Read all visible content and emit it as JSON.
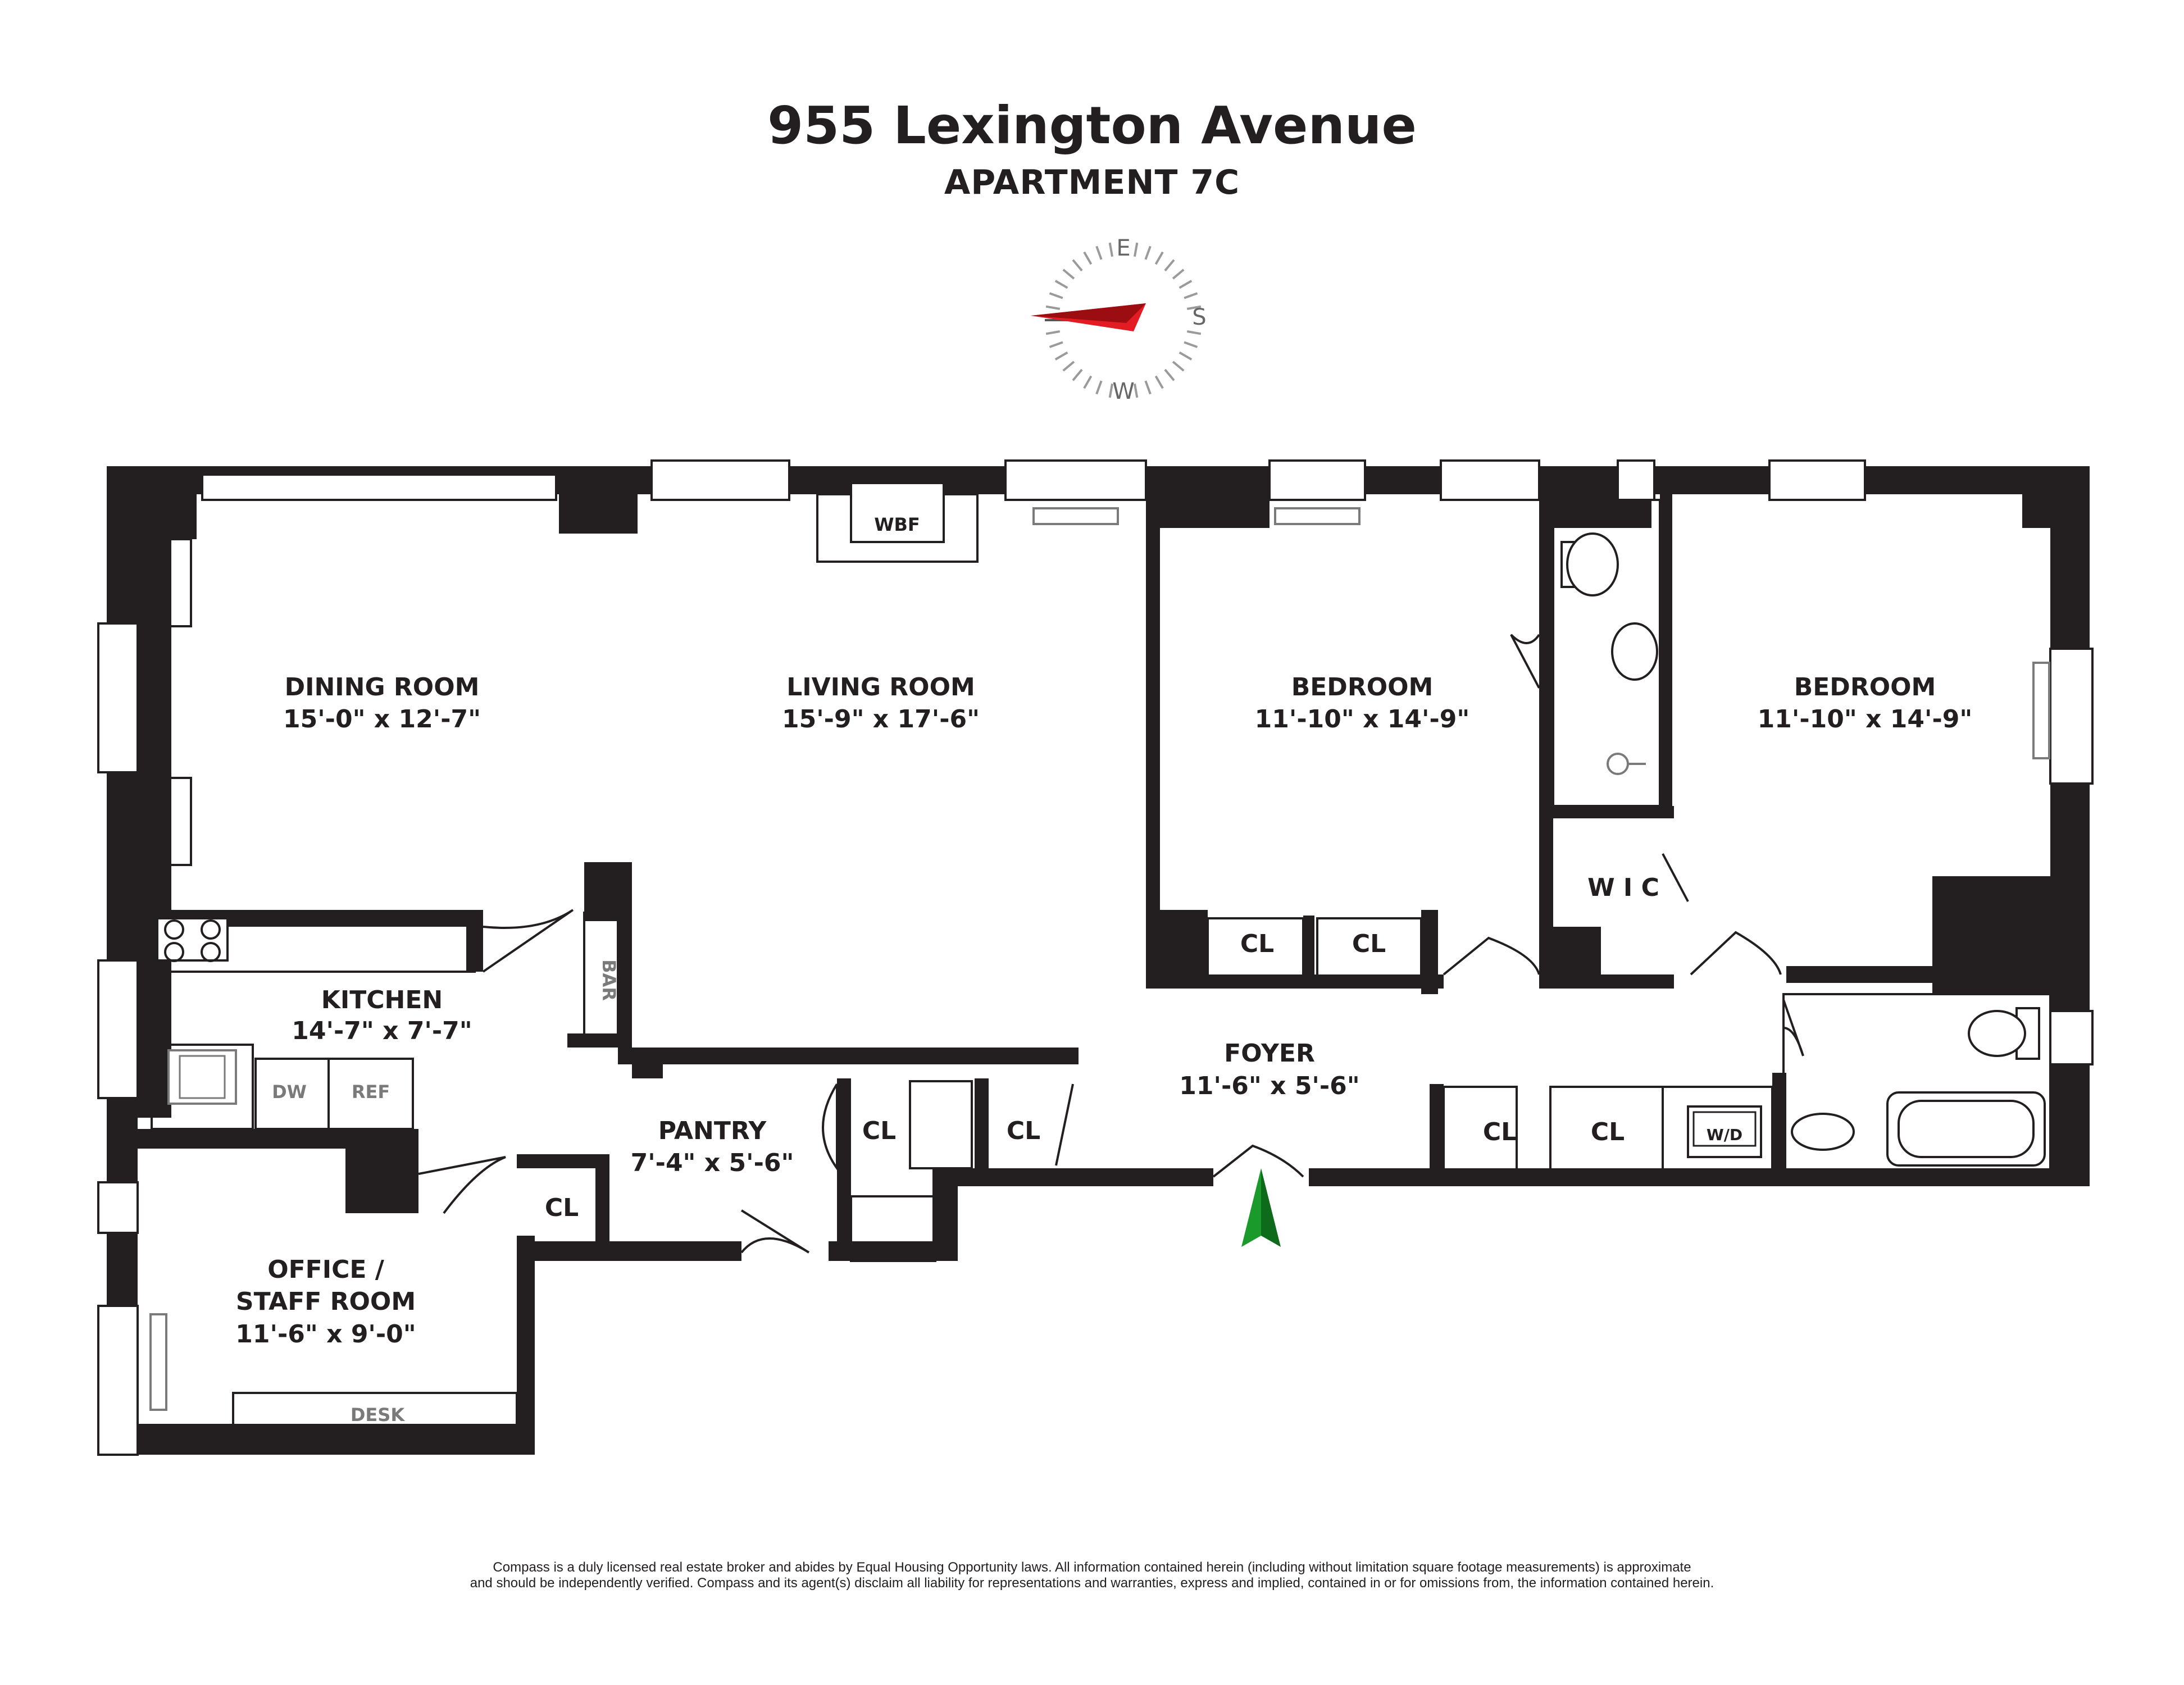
{
  "header": {
    "title": "955 Lexington Avenue",
    "subtitle": "APARTMENT 7C"
  },
  "compass": {
    "letters": [
      "E",
      "S",
      "W"
    ],
    "needle_color": "#e31b23"
  },
  "rooms": {
    "dining_room": {
      "name": "DINING ROOM",
      "dims": "15'-0\" x 12'-7\""
    },
    "living_room": {
      "name": "LIVING ROOM",
      "dims": "15'-9\" x 17'-6\""
    },
    "bedroom_1": {
      "name": "BEDROOM",
      "dims": "11'-10\" x 14'-9\""
    },
    "bedroom_2": {
      "name": "BEDROOM",
      "dims": "11'-10\" x 14'-9\""
    },
    "kitchen": {
      "name": "KITCHEN",
      "dims": "14'-7\" x 7'-7\""
    },
    "foyer": {
      "name": "FOYER",
      "dims": "11'-6\" x 5'-6\""
    },
    "pantry": {
      "name": "PANTRY",
      "dims": "7'-4\" x 5'-6\""
    },
    "office": {
      "name_line1": "OFFICE /",
      "name_line2": "STAFF ROOM",
      "dims": "11'-6\" x 9'-0\""
    }
  },
  "fixtures": {
    "wbf": "WBF",
    "bar": "BAR",
    "dw": "DW",
    "ref": "REF",
    "wd": "W/D",
    "desk": "DESK",
    "wic": "W I C",
    "closet": "CL"
  },
  "entry_arrow_color": "#1a9a2a",
  "disclaimer": {
    "line1": "Compass is a duly licensed real estate broker and abides by Equal Housing Opportunity laws. All information contained herein (including without limitation square footage measurements) is approximate",
    "line2": "and should be independently verified. Compass and its agent(s) disclaim all liability for representations and warranties, express and implied, contained in or for omissions from, the information contained herein."
  }
}
